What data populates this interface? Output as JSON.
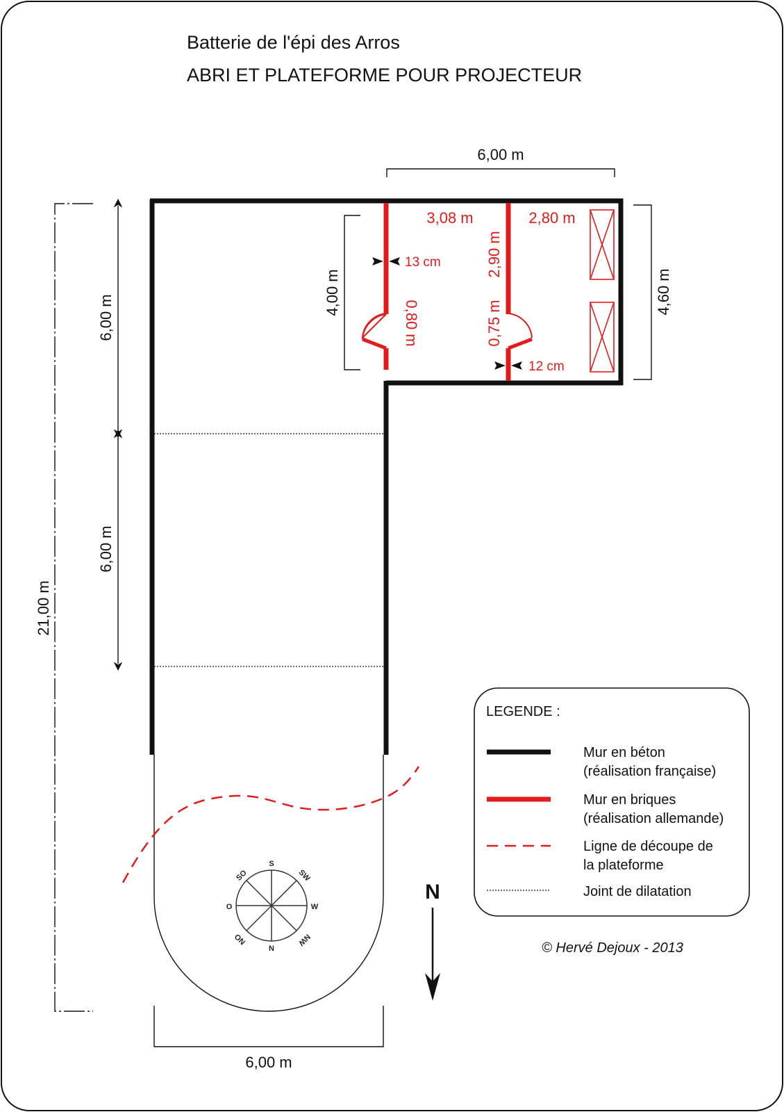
{
  "title": {
    "line1": "Batterie de l'épi des Arros",
    "line2": "ABRI ET PLATEFORME POUR PROJECTEUR"
  },
  "dimensions": {
    "top_width": "6,00 m",
    "bottom_width": "6,00 m",
    "total_length": "21,00 m",
    "segment_upper": "6,00 m",
    "segment_middle": "6,00 m",
    "shelter_depth": "4,60 m",
    "wall_length": "4,00 m",
    "room_left_width": "3,08 m",
    "room_right_width": "2,80 m",
    "wall_segment": "2,90 m",
    "door_left": "0,80 m",
    "door_right": "0,75 m",
    "thickness_left": "13 cm",
    "thickness_right": "12 cm"
  },
  "compass": {
    "top": "S",
    "top_right": "SW",
    "right": "W",
    "bottom_right": "NW",
    "bottom": "N",
    "bottom_left": "NO",
    "left": "O",
    "top_left": "SO"
  },
  "north_label": "N",
  "legend": {
    "title": "LEGENDE :",
    "items": [
      {
        "line1": "Mur en béton",
        "line2": "(réalisation française)"
      },
      {
        "line1": "Mur en briques",
        "line2": "(réalisation allemande)"
      },
      {
        "line1": "Ligne de découpe de",
        "line2": "la plateforme"
      },
      {
        "line1": "Joint de dilatation",
        "line2": ""
      }
    ]
  },
  "copyright": "© Hervé Dejoux - 2013",
  "colors": {
    "concrete_wall": "#111111",
    "brick_wall": "#e21b1b",
    "cut_line": "#e21b1b"
  }
}
